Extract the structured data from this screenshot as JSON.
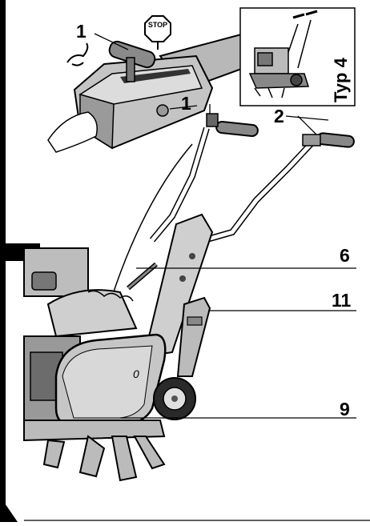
{
  "labels": {
    "lever_top": "1",
    "lever_handle": "1",
    "handle_right": "2",
    "part6": "6",
    "part11": "11",
    "part9": "9"
  },
  "stop_sign": "STOP",
  "inset_caption": "Typ 4",
  "engine_mark": "0",
  "colors": {
    "line": "#000000",
    "gray": "#b5b5b5",
    "light": "#d8d8d8",
    "dark": "#555555"
  }
}
